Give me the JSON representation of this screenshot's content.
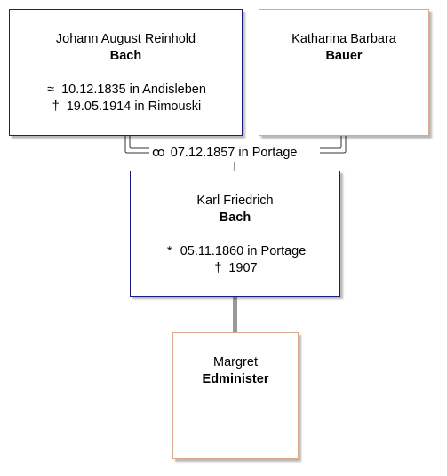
{
  "father": {
    "given": "Johann August Reinhold",
    "surname": "Bach",
    "events": [
      {
        "symbol": "≈",
        "text": "10.12.1835 in Andisleben"
      },
      {
        "symbol": "†",
        "text": "19.05.1914 in Rimouski"
      }
    ]
  },
  "mother": {
    "given": "Katharina Barbara",
    "surname": "Bauer"
  },
  "marriage": {
    "symbol": "ꝏ",
    "text": "07.12.1857 in Portage"
  },
  "subject": {
    "given": "Karl Friedrich",
    "surname": "Bach",
    "events": [
      {
        "symbol": "*",
        "text": "05.11.1860 in Portage"
      },
      {
        "symbol": "†",
        "text": "1907"
      }
    ]
  },
  "spouse": {
    "given": "Margret",
    "surname": "Edminister"
  },
  "colors": {
    "male_border": "#1c1c86",
    "female_border": "#d9a98a",
    "line": "#333333"
  }
}
